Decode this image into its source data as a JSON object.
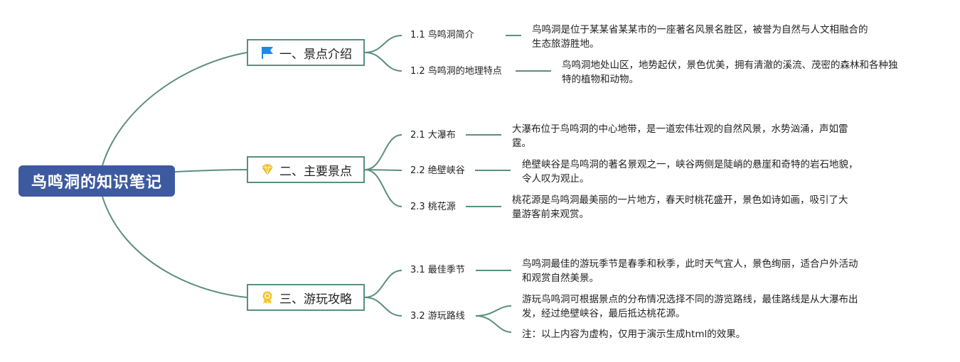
{
  "root": {
    "title": "鸟鸣洞的知识笔记"
  },
  "branches": [
    {
      "title": "一、景点介绍",
      "icon": "flag-icon",
      "icon_color": "#1e88e5",
      "items": [
        {
          "label": "1.1 鸟鸣洞简介",
          "desc_lines": [
            "鸟鸣洞是位于某某省某某市的一座著名风景名胜区，被誉为自然与人文相融合的",
            "生态旅游胜地。"
          ]
        },
        {
          "label": "1.2 鸟鸣洞的地理特点",
          "desc_lines": [
            "鸟鸣洞地处山区，地势起伏，景色优美，拥有清澈的溪流、茂密的森林和各种独",
            "特的植物和动物。"
          ]
        }
      ]
    },
    {
      "title": "二、主要景点",
      "icon": "diamond-icon",
      "icon_color": "#f4c430",
      "items": [
        {
          "label": "2.1 大瀑布",
          "desc_lines": [
            "大瀑布位于鸟鸣洞的中心地带，是一道宏伟壮观的自然风景，水势汹涌，声如雷",
            "霆。"
          ]
        },
        {
          "label": "2.2 绝壁峡谷",
          "desc_lines": [
            "绝壁峡谷是鸟鸣洞的著名景观之一，峡谷两侧是陡峭的悬崖和奇特的岩石地貌，",
            "令人叹为观止。"
          ]
        },
        {
          "label": "2.3 桃花源",
          "desc_lines": [
            "桃花源是鸟鸣洞最美丽的一片地方，春天时桃花盛开，景色如诗如画，吸引了大",
            "量游客前来观赏。"
          ]
        }
      ]
    },
    {
      "title": "三、游玩攻略",
      "icon": "award-ribbon-icon",
      "icon_color": "#f4c430",
      "items": [
        {
          "label": "3.1 最佳季节",
          "desc_lines": [
            "鸟鸣洞最佳的游玩季节是春季和秋季，此时天气宜人，景色绚丽，适合户外活动",
            "和观赏自然美景。"
          ]
        },
        {
          "label": "3.2 游玩路线",
          "desc_lines": [
            "游玩鸟鸣洞可根据景点的分布情况选择不同的游览路线，最佳路线是从大瀑布出",
            "发，经过绝壁峡谷，最后抵达桃花源。"
          ],
          "note": "注：以上内容为虚构，仅用于演示生成html的效果。"
        }
      ]
    }
  ],
  "colors": {
    "line": "#5b8f7b",
    "root_bg": "#3d5aa1"
  }
}
